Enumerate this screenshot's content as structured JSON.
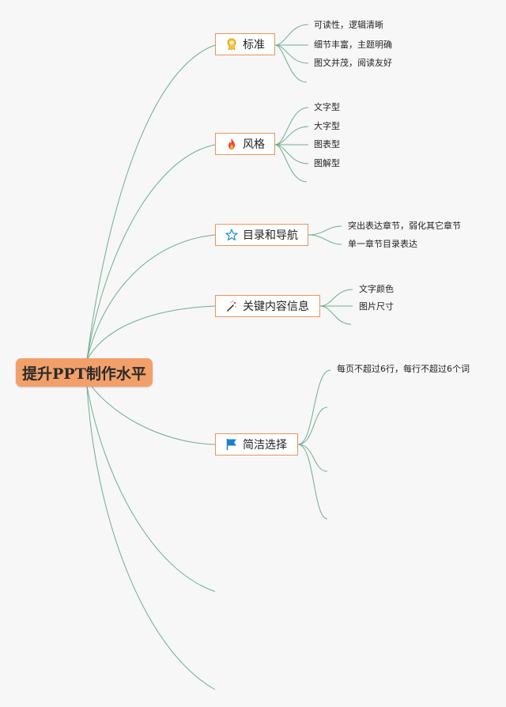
{
  "root": {
    "label": "提升PPT制作水平"
  },
  "colors": {
    "line": "#6fae8f",
    "topic_border": "#e8955a",
    "root_fill": "#f2a06a"
  },
  "topics": [
    {
      "label": "标准",
      "icon": "ribbon-badge-icon",
      "children": [
        "可读性，逻辑清晰",
        "细节丰富，主题明确",
        "图文并茂，阅读友好"
      ]
    },
    {
      "label": "风格",
      "icon": "fire-icon",
      "children": [
        "文字型",
        "大字型",
        "图表型",
        "图解型"
      ]
    },
    {
      "label": "目录和导航",
      "icon": "star-icon",
      "children": [
        "突出表达章节，弱化其它章节",
        "单一章节目录表达"
      ]
    },
    {
      "label": "关键内容信息",
      "icon": "magic-wand-icon",
      "children": [
        "文字颜色",
        "图片尺寸"
      ]
    },
    {
      "label": "简洁选择",
      "icon": "flag-icon",
      "children": [
        "每页不超过6行，每行不超过6个词"
      ]
    }
  ]
}
